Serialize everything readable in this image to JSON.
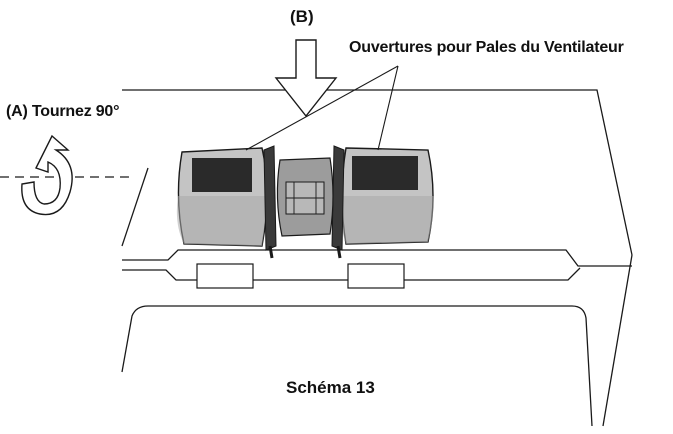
{
  "labels": {
    "arrow_b": "(B)",
    "fan_openings": "Ouvertures pour Pales du Ventilateur",
    "rotate": "(A) Tournez 90°",
    "caption": "Schéma 13"
  },
  "colors": {
    "line": "#1a1a1a",
    "housing": "#c4c4c4",
    "housing_shade": "#a9a9a9",
    "hub": "#9c9c9c",
    "opening": "#2a2a2a",
    "background": "#ffffff"
  }
}
